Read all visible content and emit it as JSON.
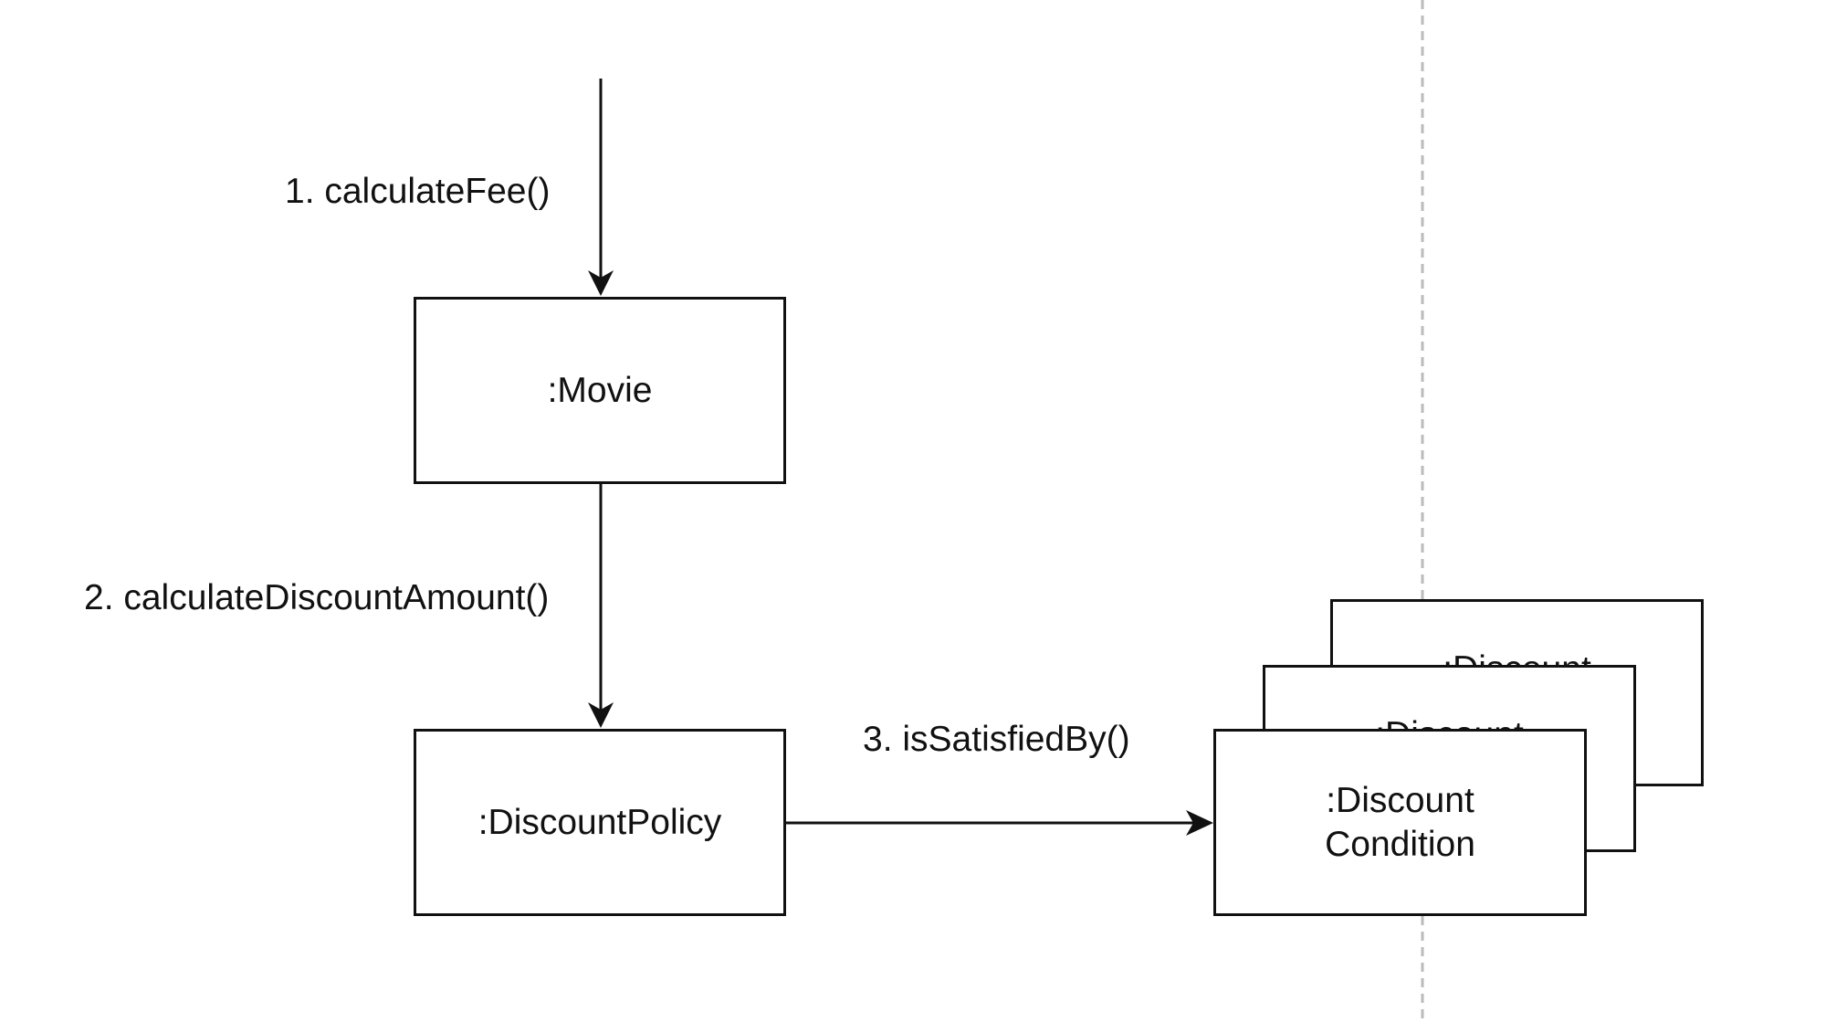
{
  "diagram": {
    "messages": {
      "msg1": "1. calculateFee()",
      "msg2": "2. calculateDiscountAmount()",
      "msg3": "3. isSatisfiedBy()"
    },
    "objects": {
      "movie": ":Movie",
      "discount_policy": ":DiscountPolicy",
      "discount_condition_line1": ":Discount",
      "discount_condition_line2": "Condition",
      "stacked_back_label": ":Discount",
      "stacked_mid_label": ":Discount"
    },
    "colors": {
      "stroke": "#111111",
      "page_break_line": "#bbbbbb",
      "background": "#ffffff"
    }
  }
}
